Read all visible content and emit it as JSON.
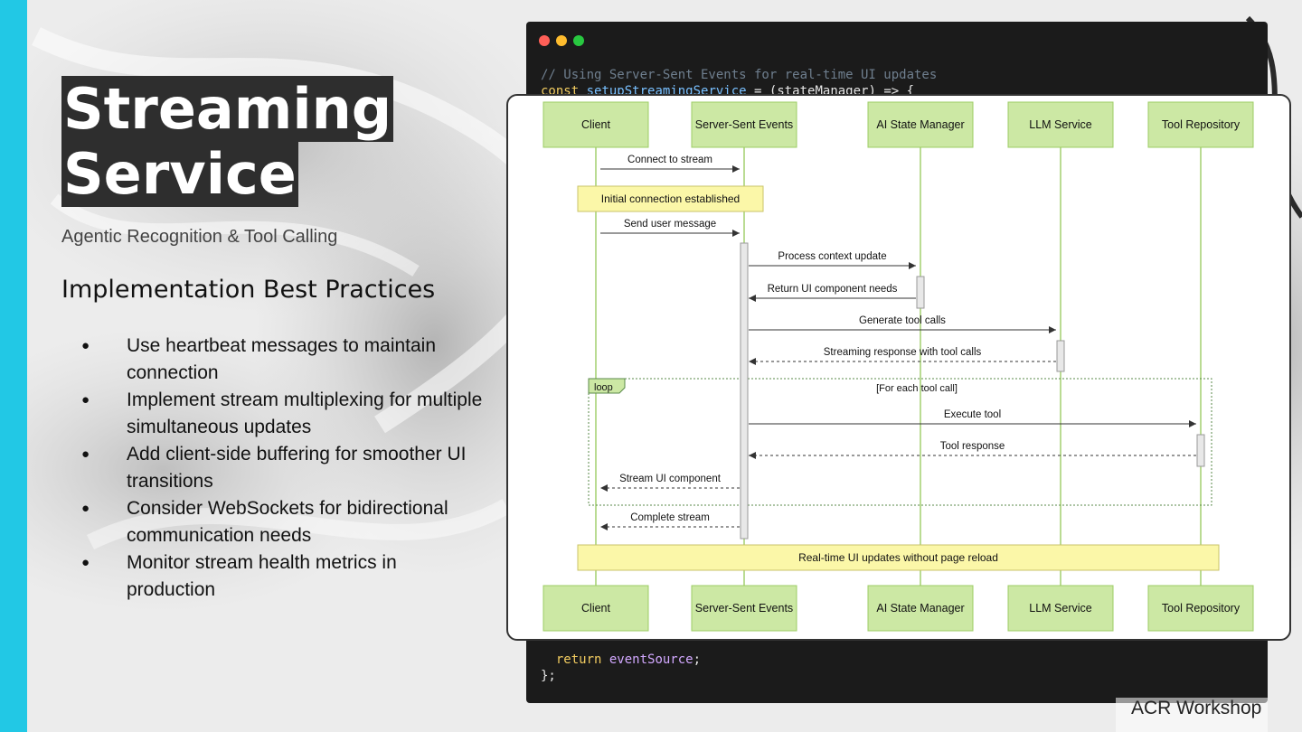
{
  "slide": {
    "title_line1": "Streaming",
    "title_line2": "Service",
    "subtitle": "Agentic Recognition & Tool Calling",
    "section_heading": "Implementation Best Practices",
    "bullets": [
      "Use heartbeat messages to maintain connection",
      "Implement stream multiplexing for multiple simultaneous updates",
      "Add client-side buffering for smoother UI transitions",
      "Consider WebSockets for bidirectional communication needs",
      "Monitor stream health metrics in production"
    ],
    "footer": "ACR Workshop"
  },
  "code": {
    "comment": "// Using Server-Sent Events for real-time UI updates",
    "line2_keyword": "const",
    "line2_name": "setupStreamingService",
    "line2_rest": " = (stateManager) => {",
    "return_keyword": "return",
    "return_value": "eventSource",
    "return_end": ";",
    "closing": "};"
  },
  "diagram": {
    "participants": [
      "Client",
      "Server-Sent Events",
      "AI State Manager",
      "LLM Service",
      "Tool Repository"
    ],
    "messages": [
      {
        "from": 0,
        "to": 1,
        "label": "Connect to stream",
        "dashed": false
      },
      {
        "from": 0,
        "to": 1,
        "label": "Send user message",
        "dashed": false
      },
      {
        "from": 1,
        "to": 2,
        "label": "Process context update",
        "dashed": false
      },
      {
        "from": 2,
        "to": 1,
        "label": "Return UI component needs",
        "dashed": false
      },
      {
        "from": 1,
        "to": 3,
        "label": "Generate tool calls",
        "dashed": false
      },
      {
        "from": 3,
        "to": 1,
        "label": "Streaming response with tool calls",
        "dashed": true
      },
      {
        "from": 1,
        "to": 4,
        "label": "Execute tool",
        "dashed": false
      },
      {
        "from": 4,
        "to": 1,
        "label": "Tool response",
        "dashed": true
      },
      {
        "from": 1,
        "to": 0,
        "label": "Stream UI component",
        "dashed": true
      },
      {
        "from": 1,
        "to": 0,
        "label": "Complete stream",
        "dashed": true
      }
    ],
    "notes": [
      "Initial connection established",
      "Real-time UI updates without page reload"
    ],
    "loop": {
      "tag": "loop",
      "condition": "[For each tool call]"
    },
    "colors": {
      "box_fill": "#cce8a4",
      "box_stroke": "#9ccc65",
      "lifeline": "#9ccc65",
      "note_fill": "#fbf7a8",
      "note_stroke": "#c9c36a",
      "arrow": "#333333",
      "activation": "#e8e8e8"
    }
  }
}
